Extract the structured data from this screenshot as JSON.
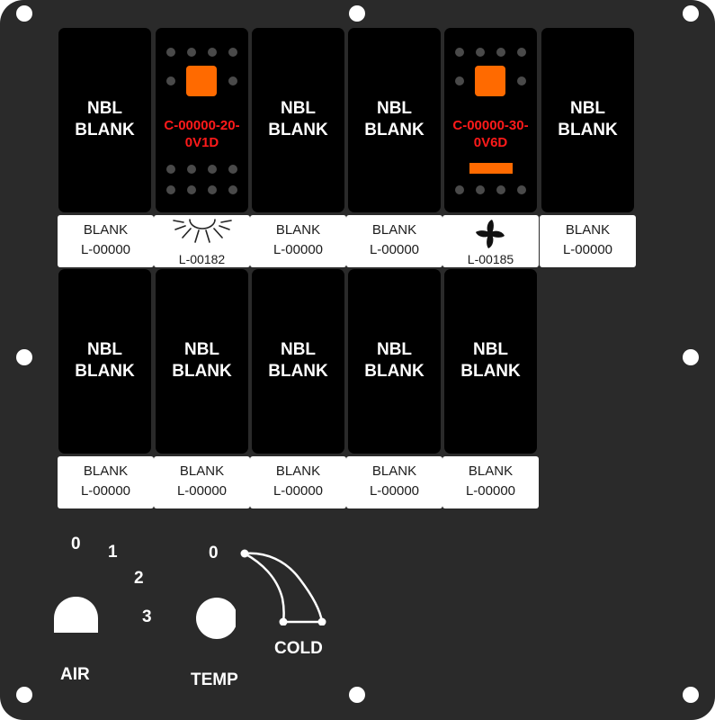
{
  "panel": {
    "color": "#2a2a2a"
  },
  "switches_top": [
    {
      "type": "blank",
      "line1": "NBL",
      "line2": "BLANK",
      "legend": {
        "type": "text",
        "line1": "BLANK",
        "line2": "L-00000"
      }
    },
    {
      "type": "lit",
      "code1": "C-00000-20-",
      "code2": "0V1D",
      "indicator_bar": false,
      "legend": {
        "type": "icon",
        "icon": "sun-rays-icon",
        "caption": "L-00182"
      }
    },
    {
      "type": "blank",
      "line1": "NBL",
      "line2": "BLANK",
      "legend": {
        "type": "text",
        "line1": "BLANK",
        "line2": "L-00000"
      }
    },
    {
      "type": "blank",
      "line1": "NBL",
      "line2": "BLANK",
      "legend": {
        "type": "text",
        "line1": "BLANK",
        "line2": "L-00000"
      }
    },
    {
      "type": "lit",
      "code1": "C-00000-30-",
      "code2": "0V6D",
      "indicator_bar": true,
      "legend": {
        "type": "icon",
        "icon": "fan-icon",
        "caption": "L-00185"
      }
    },
    {
      "type": "blank",
      "line1": "NBL",
      "line2": "BLANK",
      "legend": {
        "type": "text",
        "line1": "BLANK",
        "line2": "L-00000"
      }
    }
  ],
  "switches_bottom": [
    {
      "type": "blank",
      "line1": "NBL",
      "line2": "BLANK",
      "legend": {
        "type": "text",
        "line1": "BLANK",
        "line2": "L-00000"
      }
    },
    {
      "type": "blank",
      "line1": "NBL",
      "line2": "BLANK",
      "legend": {
        "type": "text",
        "line1": "BLANK",
        "line2": "L-00000"
      }
    },
    {
      "type": "blank",
      "line1": "NBL",
      "line2": "BLANK",
      "legend": {
        "type": "text",
        "line1": "BLANK",
        "line2": "L-00000"
      }
    },
    {
      "type": "blank",
      "line1": "NBL",
      "line2": "BLANK",
      "legend": {
        "type": "text",
        "line1": "BLANK",
        "line2": "L-00000"
      }
    },
    {
      "type": "blank",
      "line1": "NBL",
      "line2": "BLANK",
      "legend": {
        "type": "text",
        "line1": "BLANK",
        "line2": "L-00000"
      }
    }
  ],
  "air_dial": {
    "label": "AIR",
    "positions": [
      "0",
      "1",
      "2",
      "3"
    ]
  },
  "temp_dial": {
    "label": "TEMP",
    "start_label": "0",
    "end_label": "COLD"
  },
  "colors": {
    "indicator_orange": "#ff6a00",
    "code_red": "#ff1a1a",
    "switch_black": "#000000",
    "legend_white": "#ffffff"
  }
}
